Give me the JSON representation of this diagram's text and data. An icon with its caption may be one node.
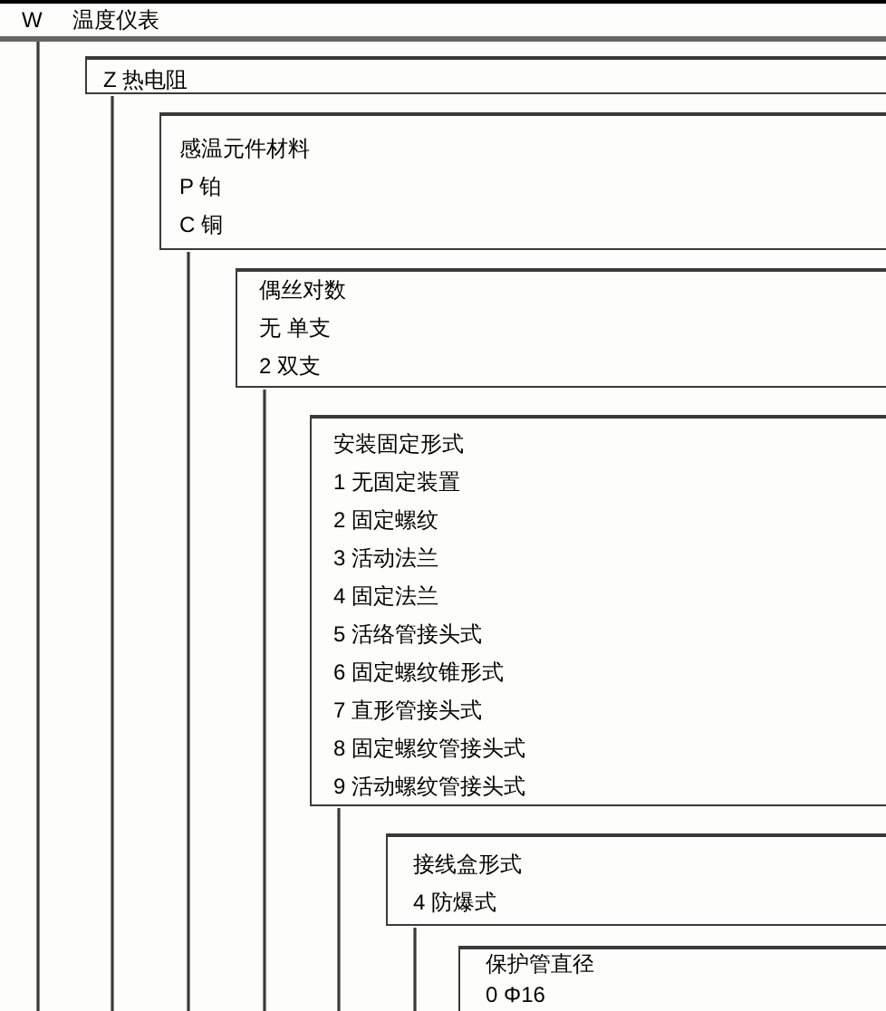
{
  "diagram": {
    "nodes": [
      {
        "text": [
          "W",
          "温度仪表"
        ]
      },
      {
        "text": [
          "Z 热电阻"
        ]
      },
      {
        "text": [
          "感温元件材料",
          "P 铂",
          "C 铜"
        ]
      },
      {
        "text": [
          "偶丝对数",
          "无 单支",
          "2 双支"
        ]
      },
      {
        "text": [
          "安装固定形式",
          "1 无固定装置",
          "2 固定螺纹",
          "3 活动法兰",
          "4 固定法兰",
          "5 活络管接头式",
          "6 固定螺纹锥形式",
          "7 直形管接头式",
          "8 固定螺纹管接头式",
          "9 活动螺纹管接头式"
        ]
      },
      {
        "text": [
          "接线盒形式",
          "4 防爆式"
        ]
      },
      {
        "text": [
          "保护管直径",
          "0 Φ16"
        ]
      }
    ],
    "edges": [
      {
        "from": 0,
        "to": null,
        "arrow": "none"
      },
      {
        "from": 1,
        "to": null,
        "arrow": "none"
      },
      {
        "from": 2,
        "to": null,
        "arrow": "none"
      },
      {
        "from": 3,
        "to": null,
        "arrow": "none"
      },
      {
        "from": 4,
        "to": null,
        "arrow": "none"
      },
      {
        "from": 5,
        "to": null,
        "arrow": "none"
      }
    ]
  }
}
